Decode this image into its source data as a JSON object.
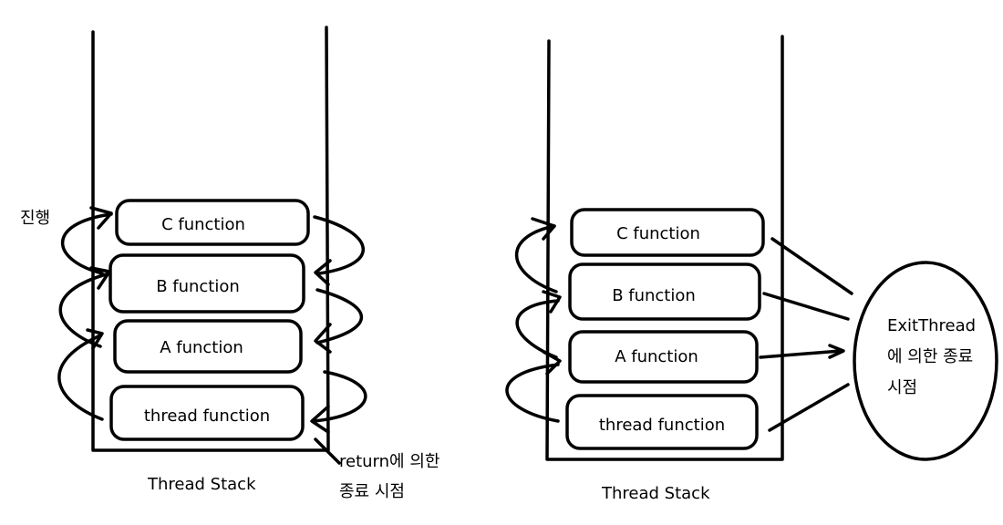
{
  "left_diagram": {
    "boxes": [
      "C function",
      "B function",
      "A function",
      "thread function"
    ],
    "stack_label": "Thread Stack",
    "progress_label": "진행",
    "return_note_line1": "return에 의한",
    "return_note_line2": "종료 시점"
  },
  "right_diagram": {
    "boxes": [
      "C function",
      "B function",
      "A function",
      "thread function"
    ],
    "stack_label": "Thread Stack",
    "exit_note_line1": "ExitThread",
    "exit_note_line2": "에 의한 종료",
    "exit_note_line3": "시점"
  }
}
